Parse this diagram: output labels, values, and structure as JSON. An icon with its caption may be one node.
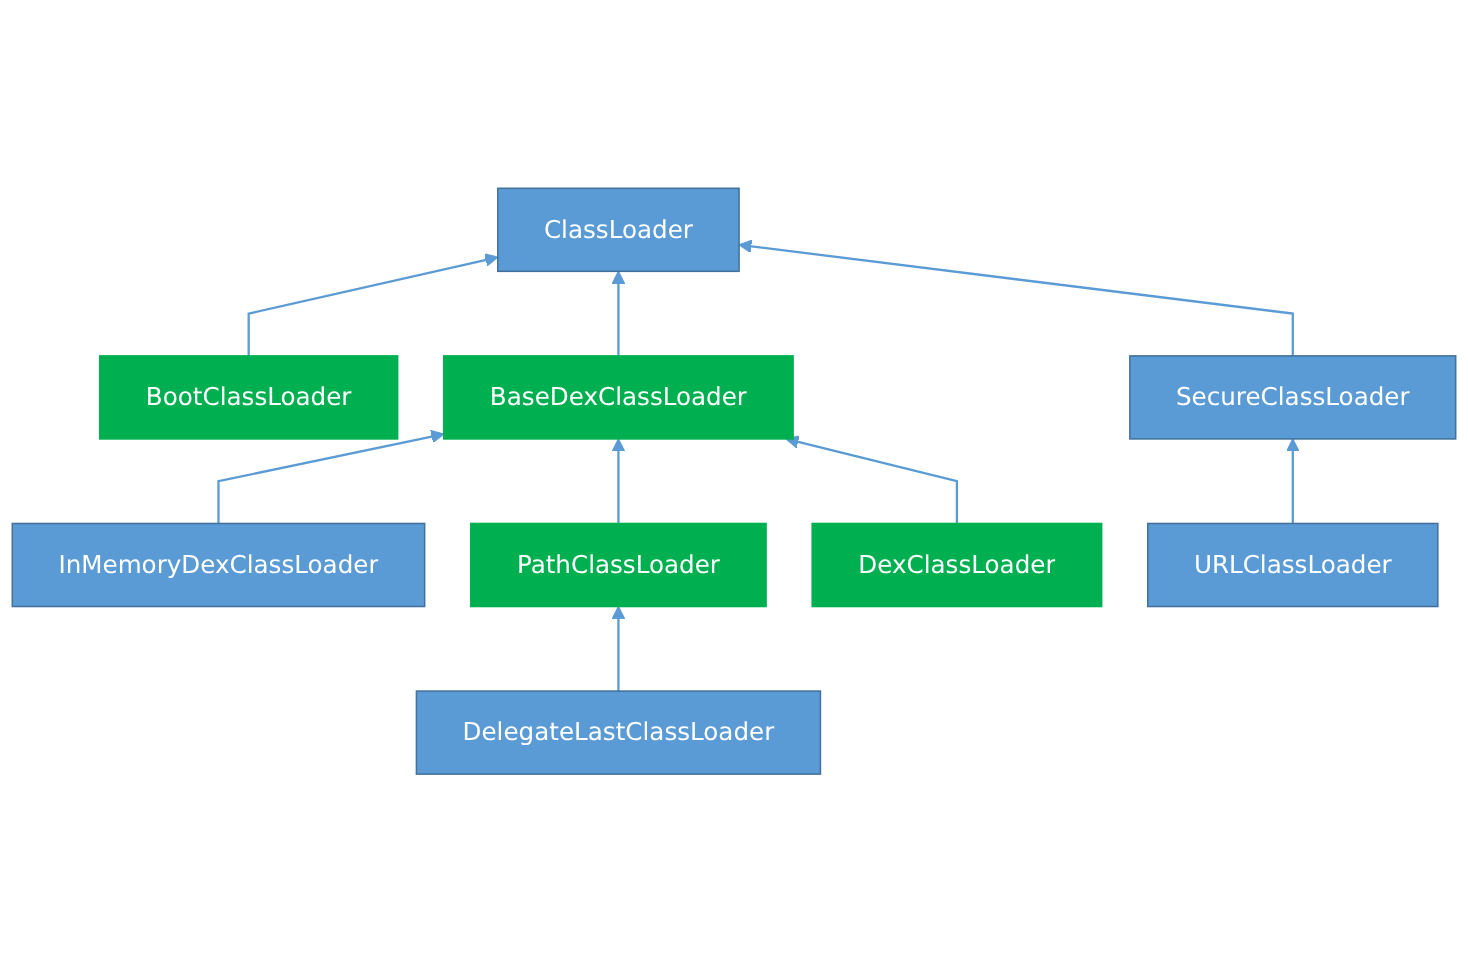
{
  "diagram": {
    "nodes": [
      {
        "text": [
          "ClassLoader"
        ]
      },
      {
        "text": [
          "BootClassLoader"
        ]
      },
      {
        "text": [
          "BaseDexClassLoader"
        ]
      },
      {
        "text": [
          "SecureClassLoader"
        ]
      },
      {
        "text": [
          "InMemoryDexClassLoader"
        ]
      },
      {
        "text": [
          "PathClassLoader"
        ]
      },
      {
        "text": [
          "DexClassLoader"
        ]
      },
      {
        "text": [
          "URLClassLoader"
        ]
      },
      {
        "text": [
          "DelegateLastClassLoader"
        ]
      }
    ],
    "edges": [
      {
        "from": 1,
        "to": 0,
        "arrow": "to"
      },
      {
        "from": 2,
        "to": 0,
        "arrow": "to"
      },
      {
        "from": 3,
        "to": 0,
        "arrow": "to"
      },
      {
        "from": 4,
        "to": 2,
        "arrow": "to"
      },
      {
        "from": 5,
        "to": 2,
        "arrow": "to"
      },
      {
        "from": 6,
        "to": 2,
        "arrow": "to"
      },
      {
        "from": 7,
        "to": 3,
        "arrow": "to"
      },
      {
        "from": 8,
        "to": 5,
        "arrow": "to"
      }
    ]
  }
}
